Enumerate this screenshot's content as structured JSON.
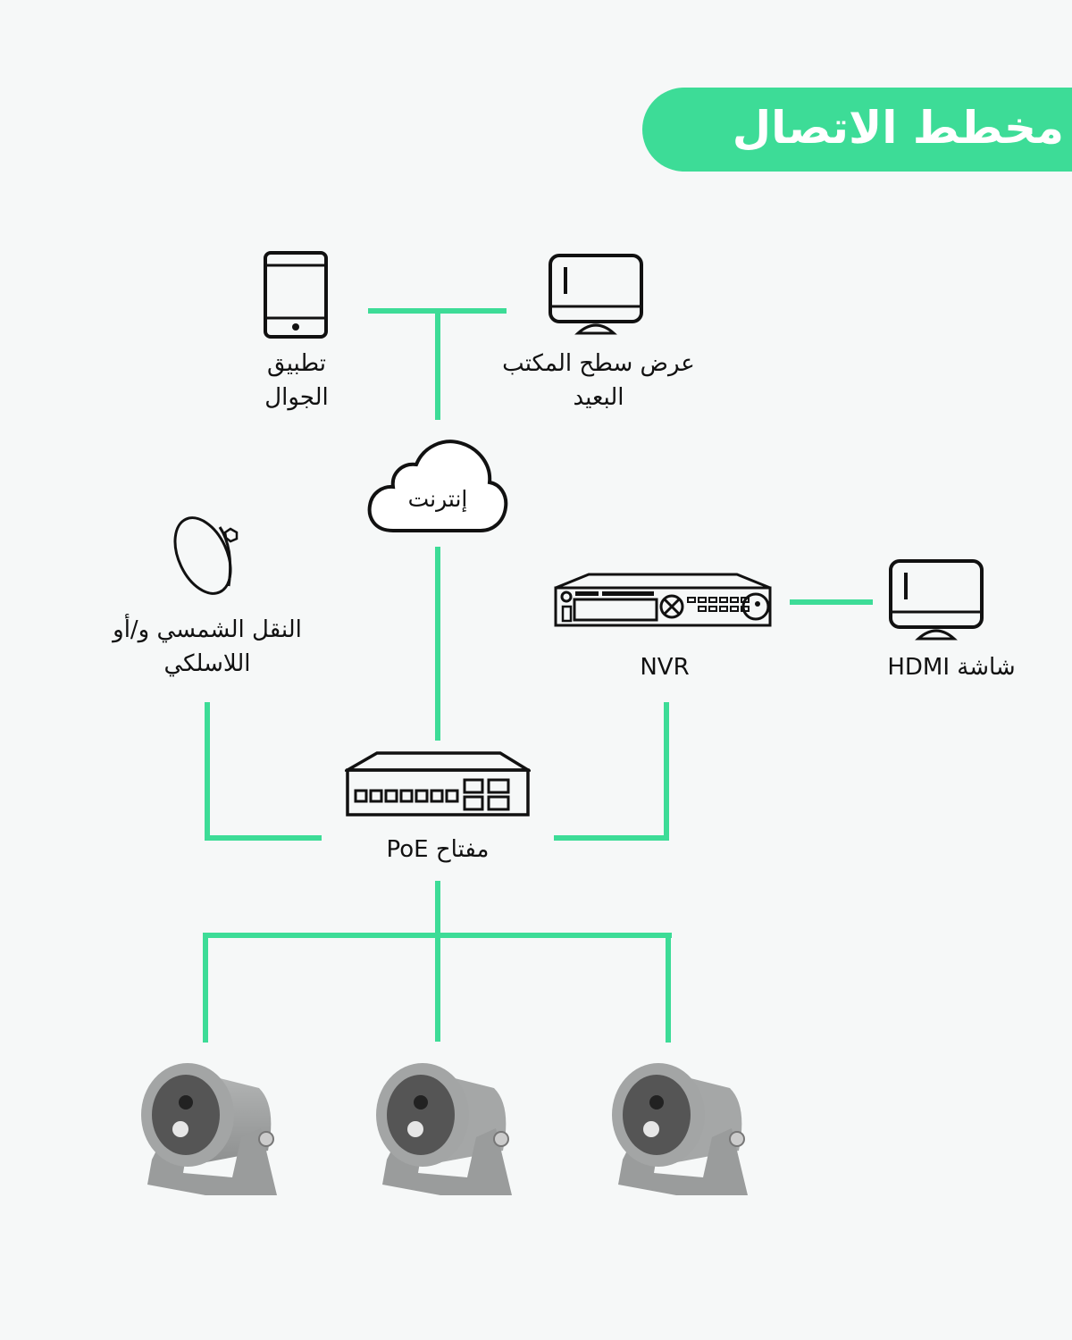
{
  "title": "مخطط الاتصال",
  "colors": {
    "accent": "#3ddc97",
    "background": "#f6f8f8",
    "icon_stroke": "#111111",
    "camera_body": "#9a9c9c"
  },
  "nodes": {
    "mobile_app": {
      "icon": "tablet-icon",
      "label_line1": "تطبيق",
      "label_line2": "الجوال"
    },
    "remote_desktop": {
      "icon": "monitor-icon",
      "label_line1": "عرض سطح المكتب",
      "label_line2": "البعيد"
    },
    "internet": {
      "icon": "cloud-icon",
      "label": "إنترنت"
    },
    "wireless": {
      "icon": "antenna-dish-icon",
      "label_line1": "النقل الشمسي و/أو",
      "label_line2": "اللاسلكي"
    },
    "nvr": {
      "icon": "nvr-recorder-icon",
      "label": "NVR"
    },
    "hdmi_monitor": {
      "icon": "monitor-icon",
      "label": "شاشة HDMI"
    },
    "poe_switch": {
      "icon": "network-switch-icon",
      "label": "مفتاح PoE"
    },
    "cameras": [
      {
        "icon": "camera-icon"
      },
      {
        "icon": "camera-icon"
      },
      {
        "icon": "camera-icon"
      }
    ]
  }
}
